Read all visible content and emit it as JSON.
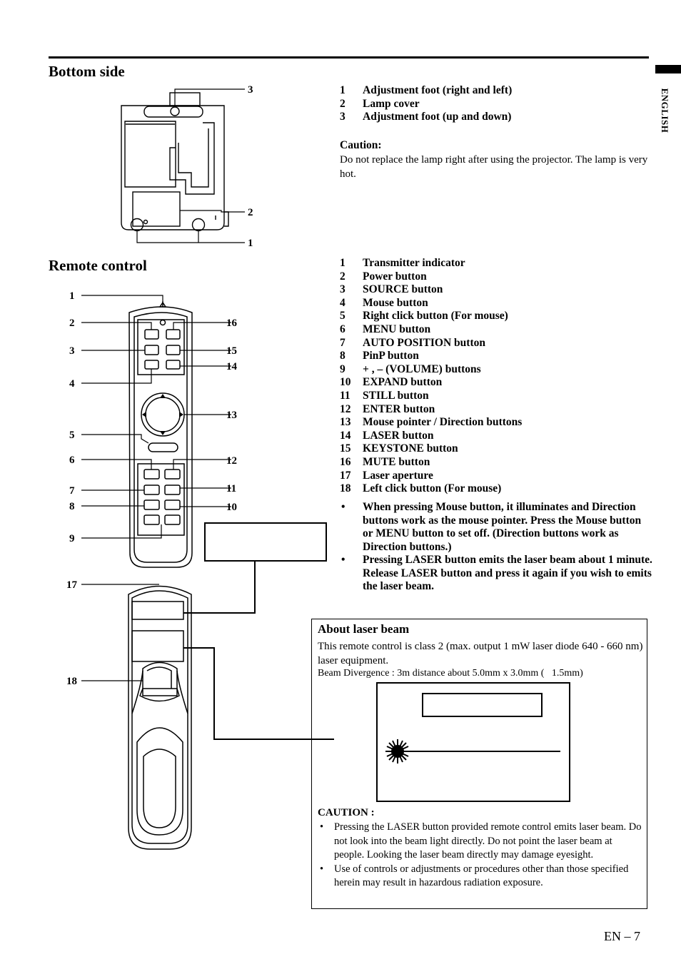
{
  "language_tab": "ENGLISH",
  "bottom_side": {
    "heading": "Bottom side",
    "items": [
      {
        "n": "1",
        "label": "Adjustment foot (right and left)"
      },
      {
        "n": "2",
        "label": "Lamp cover"
      },
      {
        "n": "3",
        "label": "Adjustment foot (up and down)"
      }
    ],
    "callouts": [
      "3",
      "2",
      "1"
    ],
    "caution_title": "Caution:",
    "caution_text": "Do not replace the lamp right after using the projector. The lamp is very hot."
  },
  "remote_control": {
    "heading": "Remote control",
    "items": [
      {
        "n": "1",
        "label": "Transmitter indicator"
      },
      {
        "n": "2",
        "label": "Power button"
      },
      {
        "n": "3",
        "label": "SOURCE button"
      },
      {
        "n": "4",
        "label": "Mouse button"
      },
      {
        "n": "5",
        "label": "Right click button (For mouse)"
      },
      {
        "n": "6",
        "label": "MENU button"
      },
      {
        "n": "7",
        "label": "AUTO POSITION button"
      },
      {
        "n": "8",
        "label": "PinP button"
      },
      {
        "n": "9",
        "label": "+ , – (VOLUME) buttons"
      },
      {
        "n": "10",
        "label": "EXPAND button"
      },
      {
        "n": "11",
        "label": "STILL button"
      },
      {
        "n": "12",
        "label": "ENTER button"
      },
      {
        "n": "13",
        "label": "Mouse pointer / Direction buttons"
      },
      {
        "n": "14",
        "label": "LASER button"
      },
      {
        "n": "15",
        "label": "KEYSTONE button"
      },
      {
        "n": "16",
        "label": "MUTE button"
      },
      {
        "n": "17",
        "label": "Laser aperture"
      },
      {
        "n": "18",
        "label": "Left click button (For mouse)"
      }
    ],
    "callouts_left": [
      "1",
      "2",
      "3",
      "4",
      "5",
      "6",
      "7",
      "8",
      "9",
      "17",
      "18"
    ],
    "callouts_right": [
      "16",
      "15",
      "14",
      "13",
      "12",
      "11",
      "10"
    ],
    "notes": [
      "When pressing Mouse button, it illuminates and Direction buttons work as the mouse pointer.  Press the Mouse button or MENU button to set off. (Direction buttons work as Direction buttons.)",
      "Pressing LASER button emits the laser beam about 1 minute. Release LASER button and press it again if you wish to emits the laser beam."
    ]
  },
  "laser_box": {
    "title": "About laser beam",
    "text": "This remote control is class 2 (max. output 1 mW laser diode 640 - 660 nm) laser equipment.",
    "divergence": "Beam Divergence : 3m distance about 5.0mm x 3.0mm (  1.5mm)",
    "caution_title": "CAUTION :",
    "caution_items": [
      "Pressing the LASER button provided remote control emits laser beam. Do not look into the beam light directly. Do not point the laser beam at people. Looking the laser beam directly may damage eyesight.",
      "Use of controls or adjustments or procedures other than those specified herein may result in hazardous radiation exposure."
    ]
  },
  "page_number": "EN – 7"
}
